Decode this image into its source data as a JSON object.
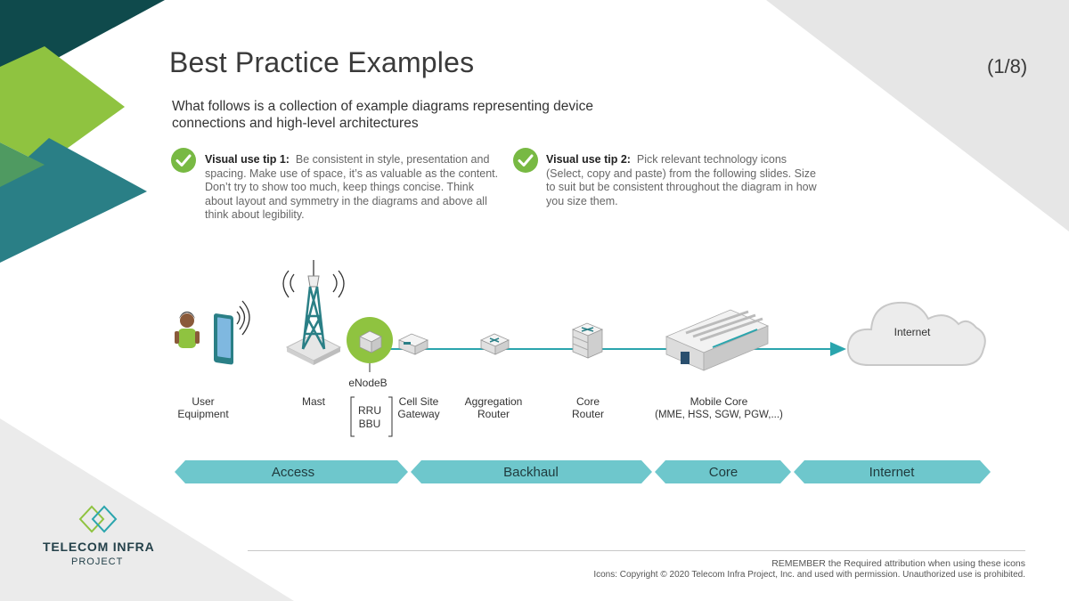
{
  "header": {
    "title": "Best Practice Examples",
    "page_indicator": "(1/8)",
    "subtitle": "What follows is a collection of example diagrams representing device connections and high-level architectures"
  },
  "tips": [
    {
      "heading": "Visual use tip 1:",
      "text": "Be consistent in style, presentation and spacing. Make use of space, it’s as valuable as the content. Don’t try to show too much, keep things concise. Think about layout and symmetry in the diagrams and above all think about legibility."
    },
    {
      "heading": "Visual use tip 2:",
      "text": "Pick relevant technology icons (Select, copy and paste) from the following slides. Size to suit but be consistent throughout the diagram in how you size them."
    }
  ],
  "diagram": {
    "nodes": {
      "user_equipment": {
        "line1": "User",
        "line2": "Equipment"
      },
      "mast": "Mast",
      "enodeb": "eNodeB",
      "rru": "RRU",
      "bbu": "BBU",
      "cell_site_gateway": {
        "line1": "Cell Site",
        "line2": "Gateway"
      },
      "aggregation_router": {
        "line1": "Aggregation",
        "line2": "Router"
      },
      "core_router": {
        "line1": "Core",
        "line2": "Router"
      },
      "mobile_core": {
        "line1": "Mobile Core",
        "line2": "(MME, HSS, SGW, PGW,...)"
      },
      "internet_cloud": "Internet"
    },
    "segments": [
      "Access",
      "Backhaul",
      "Core",
      "Internet"
    ]
  },
  "logo": {
    "line1": "TELECOM INFRA",
    "line2": "PROJECT"
  },
  "footer": {
    "line1": "REMEMBER the Required attribution when using these icons",
    "line2": "Icons: Copyright © 2020 Telecom Infra Project, Inc. and used with permission. Unauthorized use is prohibited."
  },
  "colors": {
    "dark_teal": "#0f4a4c",
    "lime_green": "#8fc340",
    "teal": "#2a7f86",
    "band_teal": "#6ec7cc",
    "check_green": "#78b943",
    "link_teal": "#2aa5ad",
    "light_grey": "#e6e6e6"
  }
}
